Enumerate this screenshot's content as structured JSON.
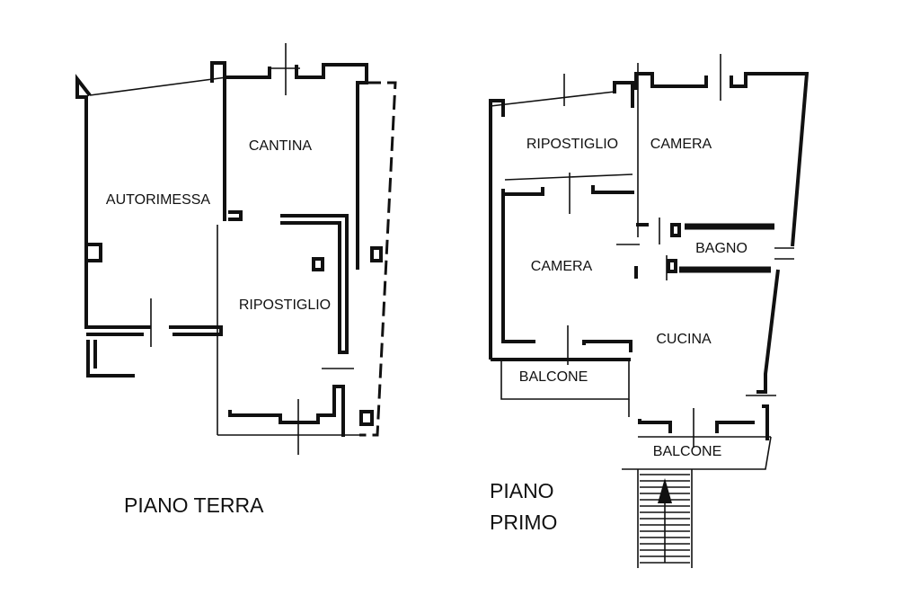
{
  "ground_floor": {
    "title": "PIANO TERRA",
    "rooms": {
      "garage": "AUTORIMESSA",
      "cellar": "CANTINA",
      "storage": "RIPOSTIGLIO"
    }
  },
  "first_floor": {
    "title_line1": "PIANO",
    "title_line2": "PRIMO",
    "rooms": {
      "storage": "RIPOSTIGLIO",
      "bedroom_right": "CAMERA",
      "bedroom_left": "CAMERA",
      "bathroom": "BAGNO",
      "kitchen": "CUCINA",
      "balcony_left": "BALCONE",
      "balcony_right": "BALCONE"
    }
  }
}
